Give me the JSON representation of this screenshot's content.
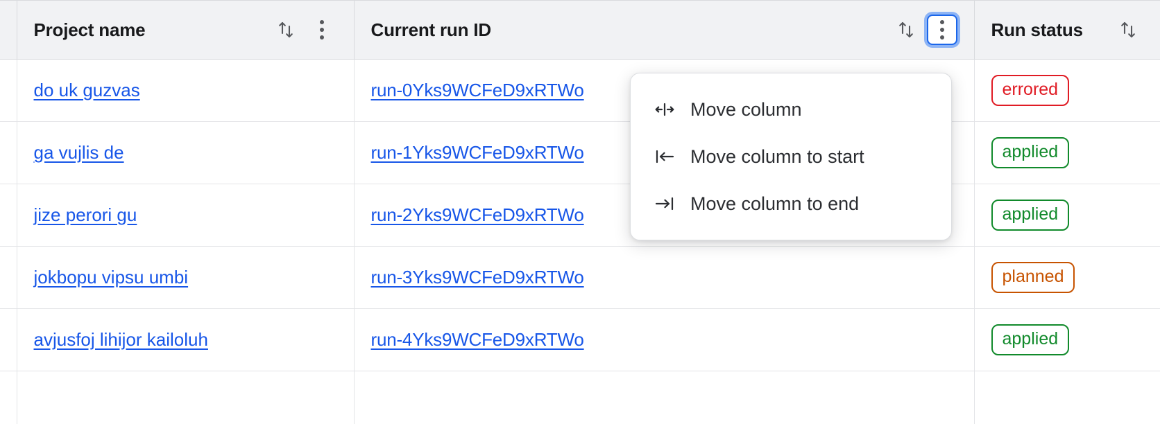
{
  "table": {
    "columns": [
      {
        "id": "gutter",
        "label": "",
        "sortable": false,
        "menu": false
      },
      {
        "id": "project_name",
        "label": "Project name",
        "sort_icon": "sort-icon",
        "menu_icon": "kebab-menu-icon"
      },
      {
        "id": "current_run_id",
        "label": "Current run ID",
        "sort_icon": "sort-icon",
        "menu_icon": "kebab-menu-icon"
      },
      {
        "id": "run_status",
        "label": "Run status",
        "sort_icon": "sort-icon",
        "menu_icon": null
      }
    ],
    "rows": [
      {
        "project_name": "do uk guzvas",
        "current_run_id": "run-0Yks9WCFeD9xRTWo",
        "run_status": "errored",
        "status_kind": "errored"
      },
      {
        "project_name": "ga vujlis de",
        "current_run_id": "run-1Yks9WCFeD9xRTWo",
        "run_status": "applied",
        "status_kind": "applied"
      },
      {
        "project_name": "jize perori gu",
        "current_run_id": "run-2Yks9WCFeD9xRTWo",
        "run_status": "applied",
        "status_kind": "applied"
      },
      {
        "project_name": "jokbopu vipsu umbi",
        "current_run_id": "run-3Yks9WCFeD9xRTWo",
        "run_status": "planned",
        "status_kind": "planned"
      },
      {
        "project_name": "avjusfoj lihijor kailoluh",
        "current_run_id": "run-4Yks9WCFeD9xRTWo",
        "run_status": "applied",
        "status_kind": "applied"
      }
    ]
  },
  "context_menu": {
    "open_for_column": "Current run ID",
    "items": [
      {
        "icon": "move-column-icon",
        "label": "Move column"
      },
      {
        "icon": "move-column-to-start-icon",
        "label": "Move column to start"
      },
      {
        "icon": "move-column-to-end-icon",
        "label": "Move column to end"
      }
    ]
  },
  "colors": {
    "link": "#1756e8",
    "header_bg": "#f1f2f4",
    "border": "#d8dadd",
    "status_errored": "#e01b24",
    "status_applied": "#118a2b",
    "status_planned": "#c75300",
    "focus_ring": "#3b82f6"
  }
}
